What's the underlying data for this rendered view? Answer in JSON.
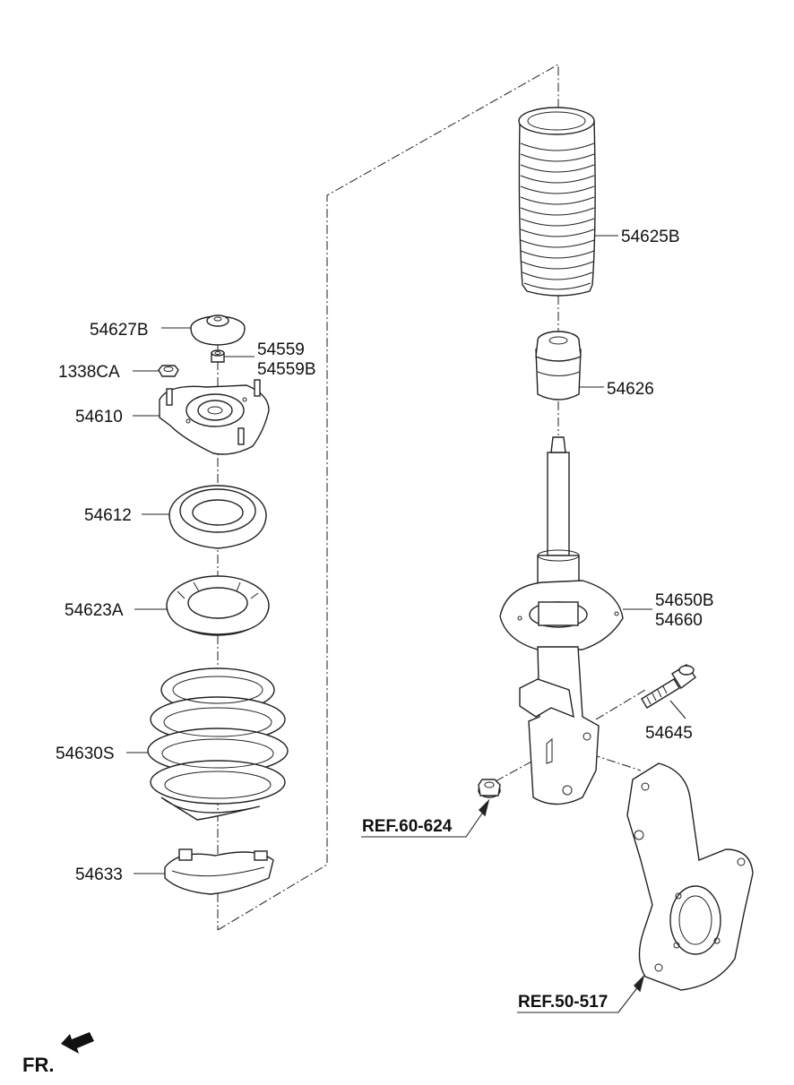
{
  "labels": {
    "p54627B": "54627B",
    "p54559": "54559",
    "p54559B": "54559B",
    "p1338CA": "1338CA",
    "p54610": "54610",
    "p54612": "54612",
    "p54623A": "54623A",
    "p54630S": "54630S",
    "p54633": "54633",
    "p54625B": "54625B",
    "p54626": "54626",
    "p54650B": "54650B",
    "p54660": "54660",
    "p54645": "54645",
    "ref60": "REF.60-624",
    "ref50": "REF.50-517",
    "fr": "FR."
  }
}
